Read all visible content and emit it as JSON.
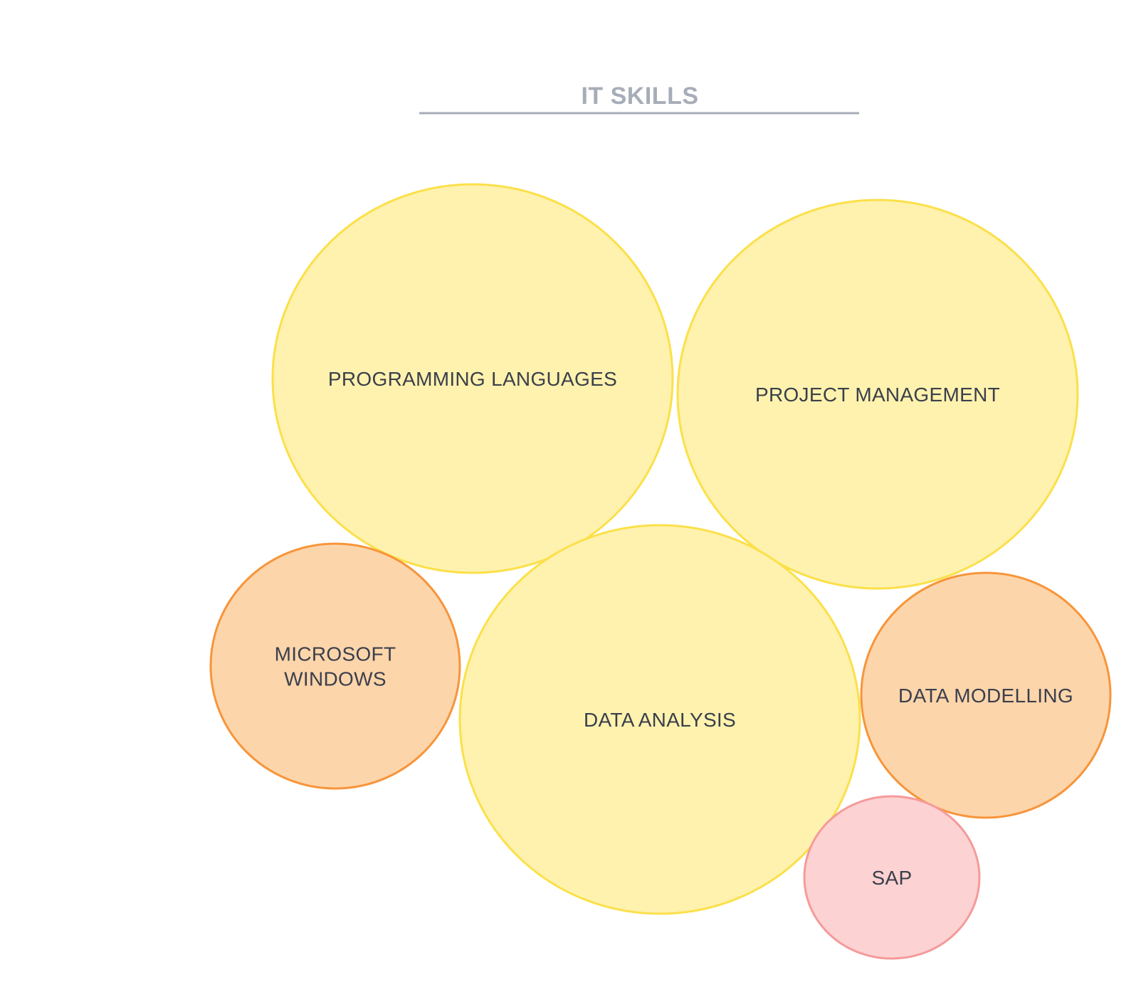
{
  "title": "IT SKILLS",
  "colors": {
    "title": "#a7adb8",
    "rule": "#a7adb8",
    "label": "#3a3f4b",
    "yellow_fill": "#fff2ae",
    "yellow_stroke": "#fbe04a",
    "orange_fill": "#fdd5ab",
    "orange_stroke": "#f7953a",
    "pink_fill": "#fdd2d2",
    "pink_stroke": "#f59a9a"
  },
  "bubbles": [
    {
      "id": "programming-languages",
      "lines": [
        "PROGRAMMING LANGUAGES"
      ],
      "tone": "yellow"
    },
    {
      "id": "project-management",
      "lines": [
        "PROJECT MANAGEMENT"
      ],
      "tone": "yellow"
    },
    {
      "id": "microsoft-windows",
      "lines": [
        "MICROSOFT",
        "WINDOWS"
      ],
      "tone": "orange"
    },
    {
      "id": "data-analysis",
      "lines": [
        "DATA ANALYSIS"
      ],
      "tone": "yellow"
    },
    {
      "id": "data-modelling",
      "lines": [
        "DATA MODELLING"
      ],
      "tone": "orange"
    },
    {
      "id": "sap",
      "lines": [
        "SAP"
      ],
      "tone": "pink"
    }
  ]
}
